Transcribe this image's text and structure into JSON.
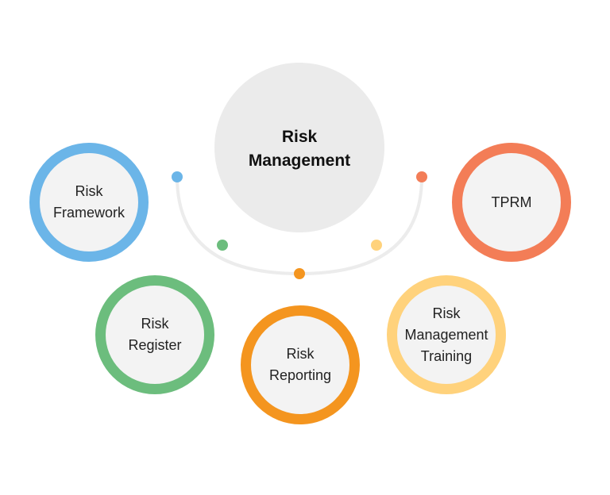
{
  "diagram": {
    "center": {
      "label": "Risk\nManagement",
      "color": "#ebebeb"
    },
    "arc": {
      "color": "#ececec"
    },
    "nodes": [
      {
        "id": "framework",
        "label": "Risk\nFramework",
        "color": "#6bb5e8"
      },
      {
        "id": "tprm",
        "label": "TPRM",
        "color": "#f37d57"
      },
      {
        "id": "register",
        "label": "Risk\nRegister",
        "color": "#6cbd7d"
      },
      {
        "id": "reporting",
        "label": "Risk\nReporting",
        "color": "#f4951f"
      },
      {
        "id": "training",
        "label": "Risk\nManagement\nTraining",
        "color": "#ffd27c"
      }
    ],
    "dots": [
      {
        "name": "blue-dot",
        "color": "#6bb5e8"
      },
      {
        "name": "green-dot",
        "color": "#6cbd7d"
      },
      {
        "name": "orange-dot",
        "color": "#f4951f"
      },
      {
        "name": "yellow-dot",
        "color": "#ffd27c"
      },
      {
        "name": "red-dot",
        "color": "#f37d57"
      }
    ]
  }
}
